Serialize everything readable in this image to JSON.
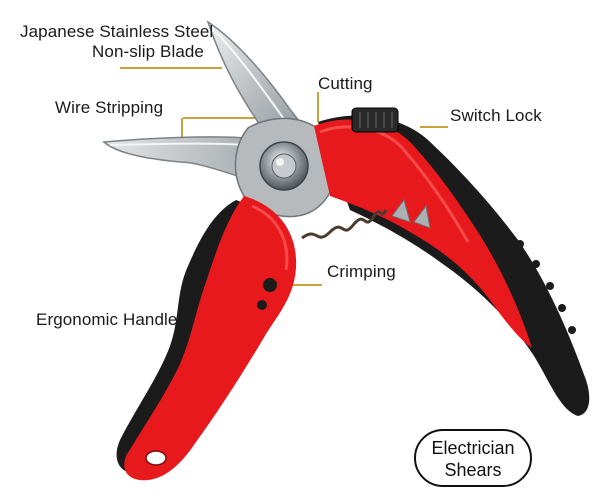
{
  "callouts": {
    "blade_line1": "Japanese Stainless Steel",
    "blade_line2": "Non-slip Blade",
    "wire_stripping": "Wire Stripping",
    "cutting": "Cutting",
    "switch_lock": "Switch Lock",
    "crimping": "Crimping",
    "ergonomic_handle": "Ergonomic Handle"
  },
  "badge": {
    "line1": "Electrician",
    "line2": "Shears"
  },
  "colors": {
    "handle_red": "#e8191c",
    "handle_black": "#1b1b1b",
    "blade_steel": "#c9ccce",
    "leader_gold": "#c9a33a"
  },
  "icons": {
    "product": "electrician-shears-illustration"
  }
}
